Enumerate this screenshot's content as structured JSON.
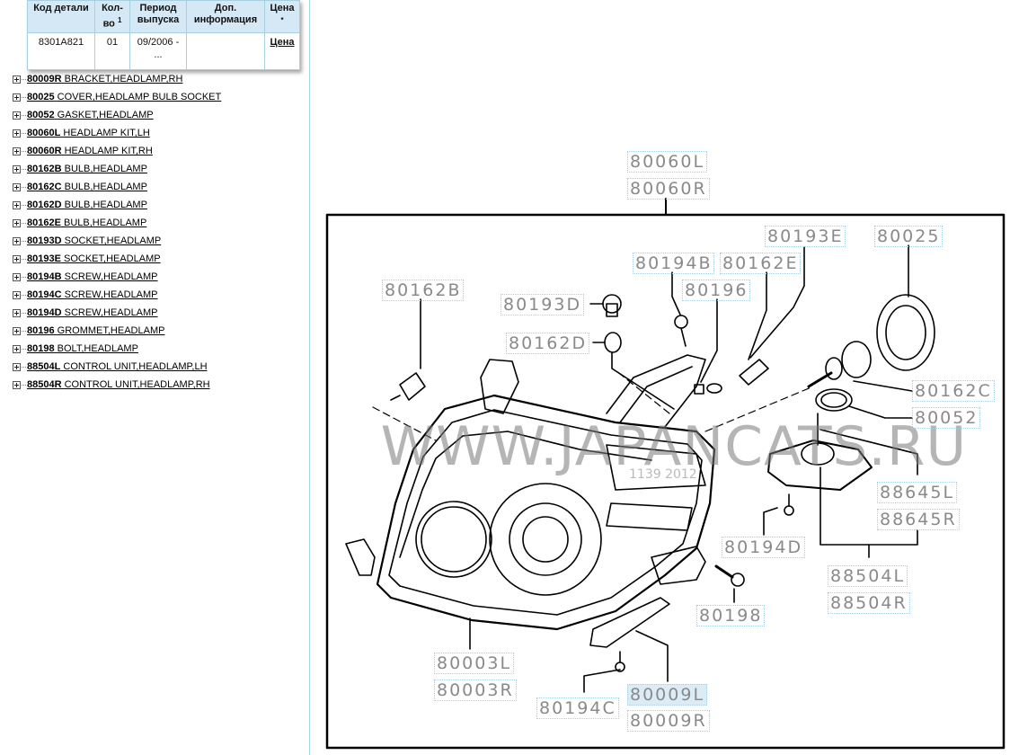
{
  "parts_table": {
    "headers": [
      {
        "text": "Код детали",
        "sup": ""
      },
      {
        "text": "Кол-во",
        "sup": "1"
      },
      {
        "text": "Период выпуска",
        "sup": ""
      },
      {
        "text": "Доп. информация",
        "sup": ""
      },
      {
        "text": "Цена",
        "sup": "*"
      }
    ],
    "rows": [
      {
        "code": "8301A821",
        "qty": "01",
        "period": "09/2006 - ...",
        "info": "",
        "price_link": "Цена"
      }
    ]
  },
  "parts_tree": [
    {
      "code": "80009R",
      "name": "BRACKET,HEADLAMP,RH"
    },
    {
      "code": "80025",
      "name": "COVER,HEADLAMP BULB SOCKET"
    },
    {
      "code": "80052",
      "name": "GASKET,HEADLAMP"
    },
    {
      "code": "80060L",
      "name": "HEADLAMP KIT,LH"
    },
    {
      "code": "80060R",
      "name": "HEADLAMP KIT,RH"
    },
    {
      "code": "80162B",
      "name": "BULB,HEADLAMP"
    },
    {
      "code": "80162C",
      "name": "BULB,HEADLAMP"
    },
    {
      "code": "80162D",
      "name": "BULB,HEADLAMP"
    },
    {
      "code": "80162E",
      "name": "BULB,HEADLAMP"
    },
    {
      "code": "80193D",
      "name": "SOCKET,HEADLAMP"
    },
    {
      "code": "80193E",
      "name": "SOCKET,HEADLAMP"
    },
    {
      "code": "80194B",
      "name": "SCREW,HEADLAMP"
    },
    {
      "code": "80194C",
      "name": "SCREW,HEADLAMP"
    },
    {
      "code": "80194D",
      "name": "SCREW,HEADLAMP"
    },
    {
      "code": "80196",
      "name": "GROMMET,HEADLAMP"
    },
    {
      "code": "80198",
      "name": "BOLT,HEADLAMP"
    },
    {
      "code": "88504L",
      "name": "CONTROL UNIT,HEADLAMP,LH"
    },
    {
      "code": "88504R",
      "name": "CONTROL UNIT,HEADLAMP,RH"
    }
  ],
  "diagram": {
    "watermark": "WWW.JAPANCATS.RU",
    "code_stamp": "1139 2012",
    "highlighted": "80009L",
    "callouts": {
      "c80060L": "80060L",
      "c80060R": "80060R",
      "c80193E": "80193E",
      "c80025": "80025",
      "c80194B": "80194B",
      "c80162E": "80162E",
      "c80196": "80196",
      "c80162B": "80162B",
      "c80193D": "80193D",
      "c80162D": "80162D",
      "c80162C": "80162C",
      "c80052": "80052",
      "c88645L": "88645L",
      "c88645R": "88645R",
      "c80194D": "80194D",
      "c88504L": "88504L",
      "c88504R": "88504R",
      "c80198": "80198",
      "c80003L": "80003L",
      "c80003R": "80003R",
      "c80194C": "80194C",
      "c80009L": "80009L",
      "c80009R": "80009R"
    }
  }
}
